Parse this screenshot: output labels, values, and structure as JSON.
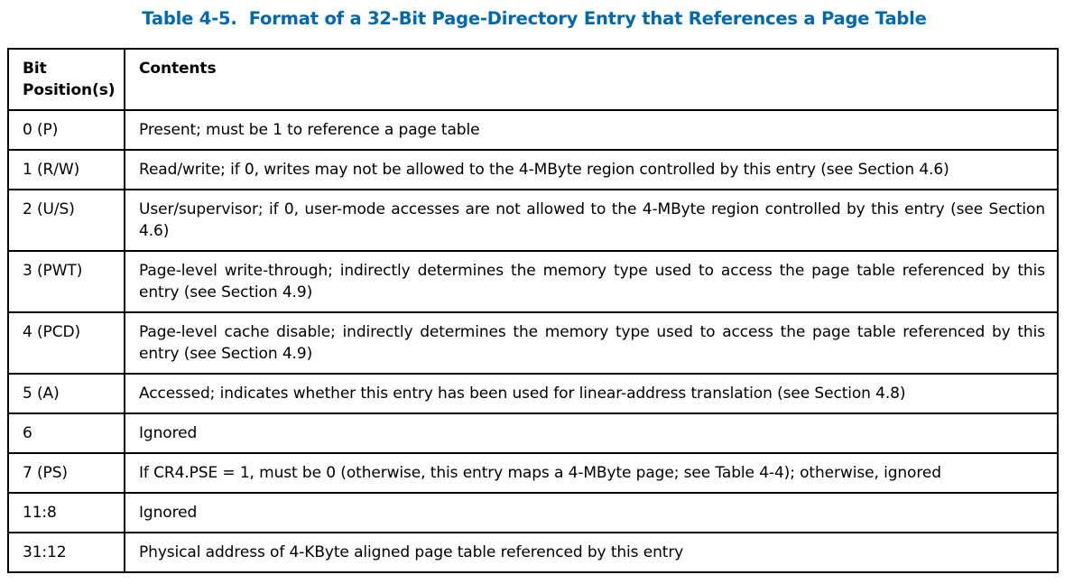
{
  "caption": "Table 4-5.  Format of a 32-Bit Page-Directory Entry that References a Page Table",
  "colors": {
    "caption_blue": "#0068B5",
    "border": "#000000",
    "text": "#000000",
    "background": "#FFFFFF"
  },
  "table": {
    "headers": {
      "bit": "Bit Position(s)",
      "contents": "Contents"
    },
    "rows": [
      {
        "bits": "0 (P)",
        "contents": "Present; must be 1 to reference a page table"
      },
      {
        "bits": "1 (R/W)",
        "contents": "Read/write; if 0, writes may not be allowed to the 4-MByte region controlled by this entry (see Section 4.6)"
      },
      {
        "bits": "2 (U/S)",
        "contents": "User/supervisor; if 0, user-mode accesses are not allowed to the 4-MByte region controlled by this entry (see Section 4.6)"
      },
      {
        "bits": "3 (PWT)",
        "contents": "Page-level write-through; indirectly determines the memory type used to access the page table referenced by this entry (see Section 4.9)"
      },
      {
        "bits": "4 (PCD)",
        "contents": "Page-level cache disable; indirectly determines the memory type used to access the page table referenced by this entry (see Section 4.9)"
      },
      {
        "bits": "5 (A)",
        "contents": "Accessed; indicates whether this entry has been used for linear-address translation (see Section 4.8)"
      },
      {
        "bits": "6",
        "contents": "Ignored"
      },
      {
        "bits": "7 (PS)",
        "contents": "If CR4.PSE = 1, must be 0 (otherwise, this entry maps a 4-MByte page; see Table 4-4); otherwise, ignored"
      },
      {
        "bits": "11:8",
        "contents": "Ignored"
      },
      {
        "bits": "31:12",
        "contents": "Physical address of 4-KByte aligned page table referenced by this entry"
      }
    ]
  }
}
